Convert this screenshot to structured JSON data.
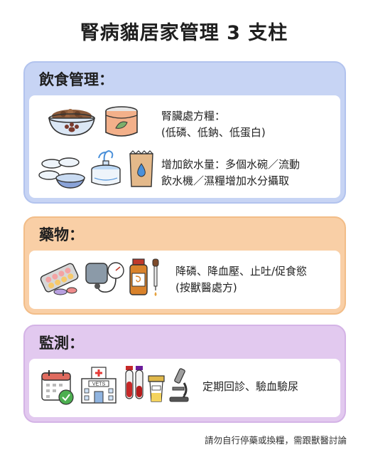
{
  "title": "腎病貓居家管理 3 支柱",
  "sections": {
    "diet": {
      "heading": "飲食管理：",
      "row1": {
        "line1": "腎臟處方糧：",
        "line2": "(低磷、低鈉、低蛋白)",
        "icons": [
          "kibble-bowl-icon",
          "canned-food-icon"
        ]
      },
      "row2": {
        "line1": "增加飲水量：多個水碗／流動",
        "line2": "飲水機／濕糧增加水分攝取",
        "icons": [
          "water-bowls-icon",
          "water-fountain-icon",
          "wet-food-pouch-icon"
        ]
      }
    },
    "meds": {
      "heading": "藥物：",
      "line1": "降磷、降血壓、止吐/促食慾",
      "line2": "(按獸醫處方)",
      "icons": [
        "pill-pack-icon",
        "blood-pressure-monitor-icon",
        "medicine-bottle-icon",
        "dropper-icon"
      ]
    },
    "monitoring": {
      "heading": "監測：",
      "line1": "定期回診、驗血驗尿",
      "icons": [
        "calendar-check-icon",
        "vet-clinic-icon",
        "test-tubes-icon",
        "urine-cup-icon",
        "microscope-icon"
      ],
      "clinic_sign": "VETS"
    }
  },
  "footer": "請勿自行停藥或換糧，需跟獸醫討論",
  "colors": {
    "diet": "#c7d4f4",
    "meds": "#f9cfa6",
    "monitoring": "#e2c9ef"
  }
}
